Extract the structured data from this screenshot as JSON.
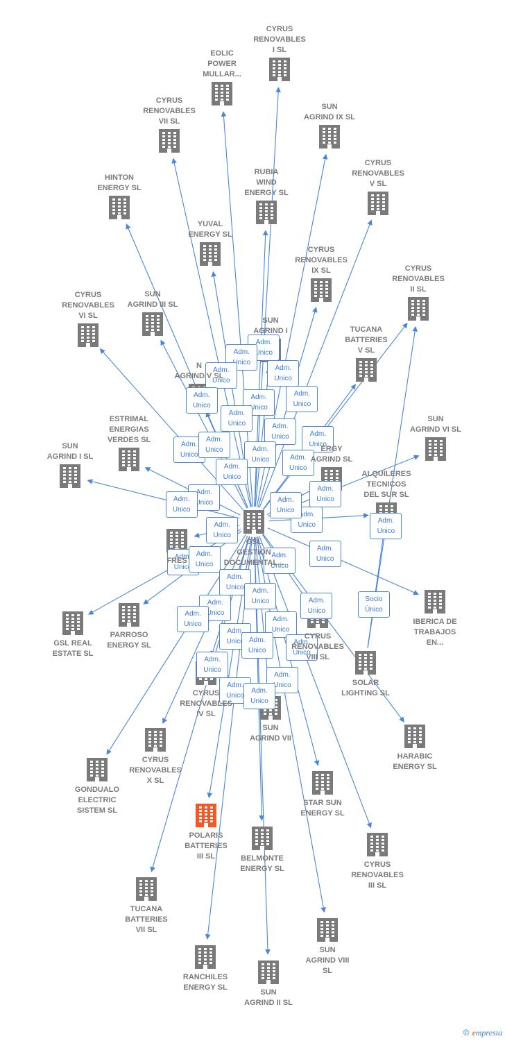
{
  "colors": {
    "edge": "#4a86d8",
    "node": "#7a7a7a",
    "highlight": "#f05a28"
  },
  "center": "gsl",
  "nodes": [
    {
      "id": "gsl",
      "label": "GSL\nGESTION\nDOCUMENTAL...",
      "icon": "building-icon"
    },
    {
      "id": "cyrus1",
      "label": "CYRUS\nRENOVABLES\nI  SL",
      "icon": "building-icon"
    },
    {
      "id": "eolic",
      "label": "EOLIC\nPOWER\nMULLAR...",
      "icon": "building-icon"
    },
    {
      "id": "cyrus7",
      "label": "CYRUS\nRENOVABLES\nVII  SL",
      "icon": "building-icon"
    },
    {
      "id": "sun9",
      "label": "SUN\nAGRIND IX  SL",
      "icon": "building-icon"
    },
    {
      "id": "cyrus5",
      "label": "CYRUS\nRENOVABLES\nV  SL",
      "icon": "building-icon"
    },
    {
      "id": "hinton",
      "label": "HINTON\nENERGY  SL",
      "icon": "building-icon"
    },
    {
      "id": "rubia",
      "label": "RUBIA\nWIND\nENERGY  SL",
      "icon": "building-icon"
    },
    {
      "id": "yuval",
      "label": "YUVAL\nENERGY  SL",
      "icon": "building-icon"
    },
    {
      "id": "cyrus9",
      "label": "CYRUS\nRENOVABLES\nIX  SL",
      "icon": "building-icon"
    },
    {
      "id": "cyrus2",
      "label": "CYRUS\nRENOVABLES\nII  SL",
      "icon": "building-icon"
    },
    {
      "id": "cyrus6",
      "label": "CYRUS\nRENOVABLES\nVI  SL",
      "icon": "building-icon"
    },
    {
      "id": "sun3",
      "label": "SUN\nAGRIND III  SL",
      "icon": "building-icon"
    },
    {
      "id": "sunhidden",
      "label": "SUN\nAGRIND I",
      "icon": "building-icon"
    },
    {
      "id": "tucana5",
      "label": "TUCANA\nBATTERIES\nV  SL",
      "icon": "building-icon"
    },
    {
      "id": "sun5",
      "label": "N\nAGRIND V  SL",
      "icon": "building-icon"
    },
    {
      "id": "sun6",
      "label": "SUN\nAGRIND VI  SL",
      "icon": "building-icon"
    },
    {
      "id": "estrimal",
      "label": "ESTRIMAL\nENERGIAS\nVERDES  SL",
      "icon": "building-icon"
    },
    {
      "id": "sun1",
      "label": "SUN\nAGRIND I  SL",
      "icon": "building-icon"
    },
    {
      "id": "energy",
      "label": "ERGY\nAGRIND  SL",
      "icon": "building-icon"
    },
    {
      "id": "alquileres",
      "label": "ALQUILERES\nTECNICOS\nDEL SUR SL",
      "icon": "building-icon"
    },
    {
      "id": "fres",
      "label": "FRES",
      "icon": "building-icon"
    },
    {
      "id": "iberica",
      "label": "IBERICA DE\nTRABAJOS\nEN...",
      "icon": "building-icon"
    },
    {
      "id": "gslreal",
      "label": "GSL REAL\nESTATE  SL",
      "icon": "building-icon"
    },
    {
      "id": "parroso",
      "label": "PARROSO\nENERGY  SL",
      "icon": "building-icon"
    },
    {
      "id": "cyrus8",
      "label": "CYRUS\nRENOVABLES\nVIII  SL",
      "icon": "building-icon"
    },
    {
      "id": "solar",
      "label": "SOLAR\nLIGHTING SL",
      "icon": "building-icon"
    },
    {
      "id": "cyrus4",
      "label": "CYRUS\nRENOVABLES\nIV  SL",
      "icon": "building-icon"
    },
    {
      "id": "sun7",
      "label": "SUN\nAGRIND VII",
      "icon": "building-icon"
    },
    {
      "id": "harabic",
      "label": "HARABIC\nENERGY  SL",
      "icon": "building-icon"
    },
    {
      "id": "cyrus10",
      "label": "CYRUS\nRENOVABLES\nX  SL",
      "icon": "building-icon"
    },
    {
      "id": "gondualo",
      "label": "GONDUALO\nELECTRIC\nSISTEM  SL",
      "icon": "building-icon"
    },
    {
      "id": "starsun",
      "label": "STAR SUN\nENERGY  SL",
      "icon": "building-icon"
    },
    {
      "id": "polaris",
      "label": "POLARIS\nBATTERIES\nIII  SL",
      "icon": "building-icon",
      "highlight": true
    },
    {
      "id": "belmonte",
      "label": "BELMONTE\nENERGY  SL",
      "icon": "building-icon"
    },
    {
      "id": "cyrus3",
      "label": "CYRUS\nRENOVABLES\nIII  SL",
      "icon": "building-icon"
    },
    {
      "id": "tucana7",
      "label": "TUCANA\nBATTERIES\nVII  SL",
      "icon": "building-icon"
    },
    {
      "id": "sun8",
      "label": "SUN\nAGRIND VIII\nSL",
      "icon": "building-icon"
    },
    {
      "id": "ranchiles",
      "label": "RANCHILES\nENERGY  SL",
      "icon": "building-icon"
    },
    {
      "id": "sun2",
      "label": "SUN\nAGRIND II  SL",
      "icon": "building-icon"
    }
  ],
  "edges": [
    {
      "from": "gsl",
      "to": "cyrus1",
      "label": "Adm.\nUnico"
    },
    {
      "from": "gsl",
      "to": "eolic",
      "label": "Adm.\nUnico"
    },
    {
      "from": "gsl",
      "to": "cyrus7",
      "label": "Adm.\nUnico"
    },
    {
      "from": "gsl",
      "to": "sun9",
      "label": "Adm.\nUnico"
    },
    {
      "from": "gsl",
      "to": "cyrus5",
      "label": "Adm.\nUnico"
    },
    {
      "from": "gsl",
      "to": "hinton",
      "label": "Adm.\nUnico"
    },
    {
      "from": "gsl",
      "to": "rubia",
      "label": "Adm.\nUnico"
    },
    {
      "from": "gsl",
      "to": "yuval",
      "label": "Adm.\nUnico"
    },
    {
      "from": "gsl",
      "to": "cyrus9",
      "label": "Adm.\nUnico"
    },
    {
      "from": "gsl",
      "to": "cyrus2",
      "label": "Adm.\nUnico"
    },
    {
      "from": "gsl",
      "to": "cyrus6",
      "label": "Adm.\nUnico"
    },
    {
      "from": "gsl",
      "to": "sun3",
      "label": "Adm.\nUnico"
    },
    {
      "from": "gsl",
      "to": "sunhidden",
      "label": "Adm.\nUnico"
    },
    {
      "from": "gsl",
      "to": "sun5",
      "label": "Adm.\nUnico"
    },
    {
      "from": "gsl",
      "to": "estrimal",
      "label": "Adm.\nUnico"
    },
    {
      "from": "gsl",
      "to": "sun1",
      "label": "Adm.\nUnico"
    },
    {
      "from": "gsl",
      "to": "sun6",
      "label": "Adm.\nUnico"
    },
    {
      "from": "gsl",
      "to": "alquileres",
      "label": "Adm.\nUnico"
    },
    {
      "from": "gsl",
      "to": "fres",
      "label": "Adm.\nUnico"
    },
    {
      "from": "gsl",
      "to": "iberica",
      "label": "Adm.\nUnico"
    },
    {
      "from": "gsl",
      "to": "gslreal",
      "label": "Adm.\nUnico"
    },
    {
      "from": "gsl",
      "to": "parroso",
      "label": "Adm.\nUnico"
    },
    {
      "from": "gsl",
      "to": "cyrus8",
      "label": "Adm.\nUnico"
    },
    {
      "from": "gsl",
      "to": "harabic",
      "label": "Adm.\nUnico"
    },
    {
      "from": "gsl",
      "to": "cyrus10",
      "label": "Adm.\nUnico"
    },
    {
      "from": "gsl",
      "to": "gondualo",
      "label": "Adm.\nUnico"
    },
    {
      "from": "gsl",
      "to": "cyrus4",
      "label": "Adm.\nUnico"
    },
    {
      "from": "gsl",
      "to": "sun7",
      "label": "Adm.\nUnico"
    },
    {
      "from": "gsl",
      "to": "starsun",
      "label": "Adm.\nUnico"
    },
    {
      "from": "gsl",
      "to": "polaris",
      "label": "Adm.\nUnico"
    },
    {
      "from": "gsl",
      "to": "belmonte",
      "label": "Adm.\nUnico"
    },
    {
      "from": "gsl",
      "to": "cyrus3",
      "label": "Adm.\nUnico"
    },
    {
      "from": "gsl",
      "to": "tucana7",
      "label": "Adm.\nUnico"
    },
    {
      "from": "gsl",
      "to": "sun8",
      "label": "Adm.\nUnico"
    },
    {
      "from": "gsl",
      "to": "ranchiles",
      "label": "Adm.\nUnico"
    },
    {
      "from": "gsl",
      "to": "sun2",
      "label": "Adm.\nUnico"
    },
    {
      "from": "gsl",
      "to": "tucana5",
      "label": "Adm.\nUnico"
    },
    {
      "from": "gsl",
      "to": "energy",
      "label": "Adm.\nUnico"
    },
    {
      "from": "solar",
      "to": "alquileres",
      "label": "Socio\nÚnico"
    },
    {
      "from": "solar",
      "to": "cyrus2",
      "label": "Adm.\nUnico"
    }
  ],
  "footer": {
    "copyright": "©",
    "brand": "mpresia",
    "brand_initial": "e"
  }
}
